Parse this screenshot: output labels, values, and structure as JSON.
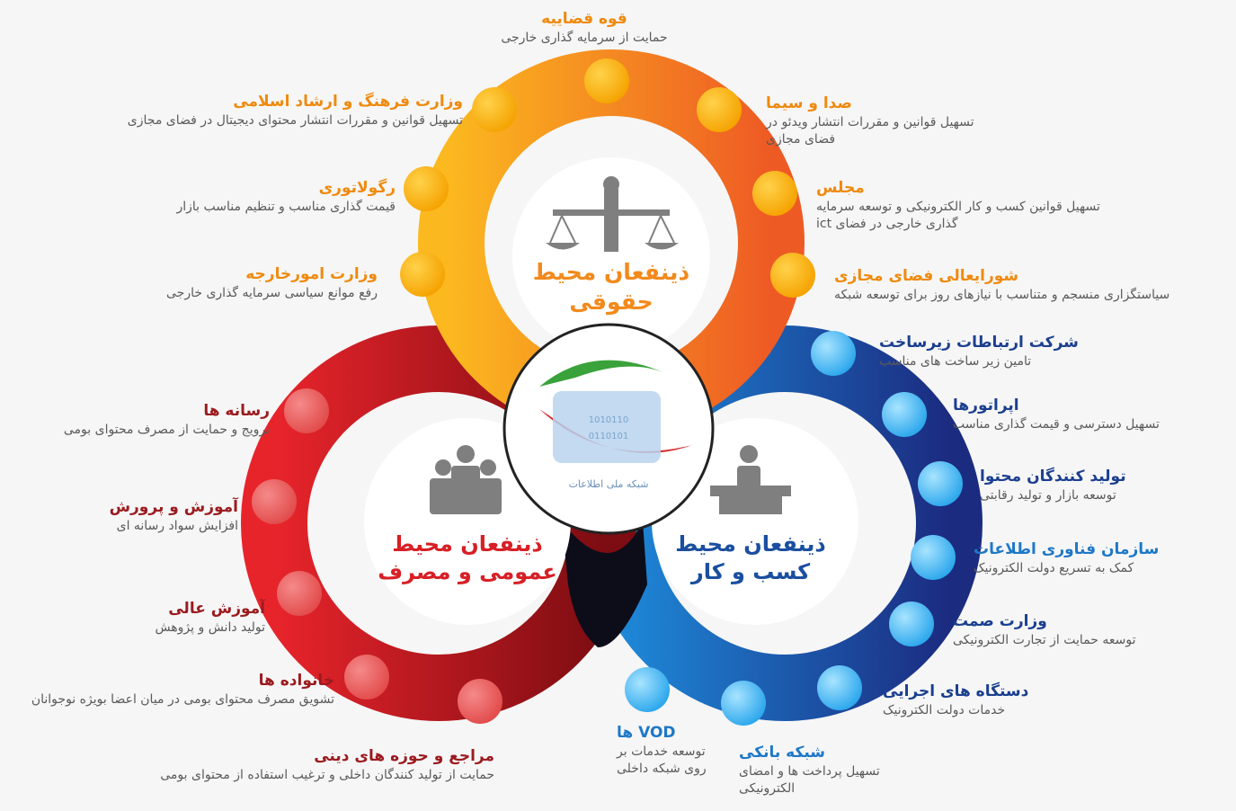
{
  "center": {
    "logo_text": "شبکه ملی اطلاعات"
  },
  "circles": {
    "legal": {
      "title_line1": "ذینفعان محیط",
      "title_line2": "حقوقی",
      "color": "#f28a1c"
    },
    "public": {
      "title_line1": "ذینفعان محیط",
      "title_line2": "عمومی و مصرف",
      "color": "#d81f26"
    },
    "business": {
      "title_line1": "ذینفعان محیط",
      "title_line2": "کسب و کار",
      "color": "#1a4fa0"
    }
  },
  "legal_items": [
    {
      "title": "قوه قضاییه",
      "desc": "حمایت از سرمایه گذاری خارجی"
    },
    {
      "title": "صدا و سیما",
      "desc": "تسهیل قوانین و مقررات انتشار ویدئو در فضای مجازی"
    },
    {
      "title": "وزارت فرهنگ و ارشاد اسلامی",
      "desc": "تسهیل قوانین و مقررات انتشار محتوای دیجیتال در فضای مجازی"
    },
    {
      "title": "مجلس",
      "desc": "تسهیل قوانین کسب و کار الکترونیکی و توسعه سرمایه گذاری خارجی در فضای ict"
    },
    {
      "title": "رگولاتوری",
      "desc": "قیمت گذاری مناسب و تنظیم مناسب بازار"
    },
    {
      "title": "شورایعالی فضای مجازی",
      "desc": "سیاستگزاری منسجم و متناسب با نیازهای روز برای توسعه شبکه"
    },
    {
      "title": "وزارت امورخارجه",
      "desc": "رفع موانع سیاسی سرمایه گذاری خارجی"
    }
  ],
  "public_items": [
    {
      "title": "رسانه ها",
      "desc": "ترویج و حمایت از مصرف محتوای بومی"
    },
    {
      "title": "آموزش و پرورش",
      "desc": "افزایش سواد رسانه ای"
    },
    {
      "title": "آموزش عالی",
      "desc": "تولید دانش و پژوهش"
    },
    {
      "title": "خانواده ها",
      "desc": "تشویق مصرف محتوای بومی در میان اعضا بویژه نوجوانان"
    },
    {
      "title": "مراجع و حوزه های دینی",
      "desc": "حمایت از تولید کنندگان داخلی و ترغیب استفاده از محتوای بومی"
    }
  ],
  "business_items": [
    {
      "title": "شرکت ارتباطات زیرساخت",
      "desc": "تامین زیر ساخت های مناسب"
    },
    {
      "title": "اپراتورها",
      "desc": "تسهیل دسترسی و قیمت گذاری مناسب"
    },
    {
      "title": "تولید کنندگان محتوا",
      "desc": "توسعه بازار و تولید رقابتی"
    },
    {
      "title": "سازمان فناوری اطلاعات",
      "desc": "کمک به تسریع دولت الکترونیک"
    },
    {
      "title": "وزارت صمت",
      "desc": "توسعه حمایت از تجارت الکترونیکی"
    },
    {
      "title": "دستگاه های اجرایی",
      "desc": "خدمات دولت الکترونیک"
    },
    {
      "title": "شبکه بانکی",
      "desc": "تسهیل پرداخت ها و امضای الکترونیکی"
    },
    {
      "title": "VOD ها",
      "desc": "توسعه خدمات بر روی شبکه داخلی"
    }
  ]
}
